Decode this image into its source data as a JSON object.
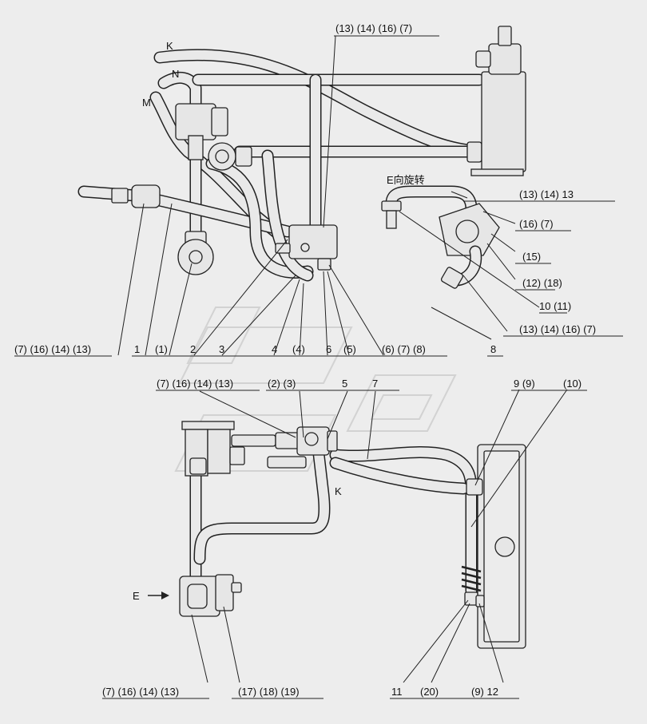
{
  "labels": {
    "K": "K",
    "N": "N",
    "M": "M",
    "E": "E",
    "e_view": "E向旋转"
  },
  "callouts": {
    "top_pipe": "(13) (14) (16) (7)",
    "pump_a": "(13) (14) 13",
    "pump_b": "(16) (7)",
    "pump_c": "(15)",
    "pump_d": "(12) (18)",
    "pump_e": "10 (11)",
    "pump_f": "(13) (14) (16) (7)",
    "eight": "8",
    "row1_a": "(7) (16) (14) (13)",
    "row1_b": "1",
    "row1_c": "(1)",
    "row1_d": "2",
    "row1_e": "3",
    "row1_f": "4",
    "row1_g": "(4)",
    "row1_h": "6",
    "row1_i": "(5)",
    "row1_j": "(6) (7) (8)",
    "row2_a": "(7) (16) (14) (13)",
    "row2_b": "(2) (3)",
    "row2_c": "5",
    "row2_d": "7",
    "row2_e": "9 (9)",
    "row2_f": "(10)",
    "bottom_a": "(7) (16) (14) (13)",
    "bottom_b": "(17) (18) (19)",
    "bottom_c": "11",
    "bottom_d": "(20)",
    "bottom_e": "(9) 12"
  },
  "colors": {
    "background": "#ededed",
    "line": "#222222",
    "watermark": "#d2d2d2"
  }
}
